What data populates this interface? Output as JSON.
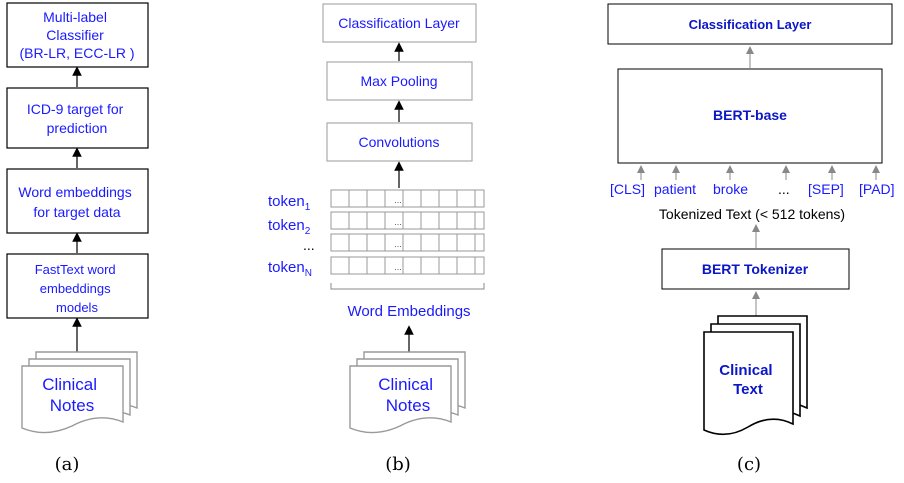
{
  "panel_a": {
    "classifier": [
      "Multi-label",
      "Classifier",
      "(BR-LR, ECC-LR )"
    ],
    "target": [
      "ICD-9 target for",
      "prediction"
    ],
    "word_emb": [
      "Word embeddings",
      "for target data"
    ],
    "fasttext": [
      "FastText word",
      "embeddings",
      "models"
    ],
    "notes": [
      "Clinical",
      "Notes"
    ],
    "caption": "(a)"
  },
  "panel_b": {
    "classification": "Classification Layer",
    "pooling": "Max Pooling",
    "conv": "Convolutions",
    "token": "token",
    "token_sub": [
      "1",
      "2",
      "N"
    ],
    "dots": "...",
    "cell_dots": "...",
    "word_embeddings": "Word Embeddings",
    "notes": [
      "Clinical",
      "Notes"
    ],
    "caption": "(b)"
  },
  "panel_c": {
    "classification": "Classification Layer",
    "bert": "BERT-base",
    "tokens": [
      "[CLS]",
      "patient",
      "broke",
      "...",
      "[SEP]",
      "[PAD]"
    ],
    "tokenized": "Tokenized Text (< 512 tokens)",
    "tokenizer": "BERT Tokenizer",
    "text": [
      "Clinical",
      "Text"
    ],
    "caption": "(c)"
  },
  "colors": {
    "blue": "#1a1aff",
    "dark_blue": "#0b17c6",
    "gray": "#9a9a9a"
  }
}
